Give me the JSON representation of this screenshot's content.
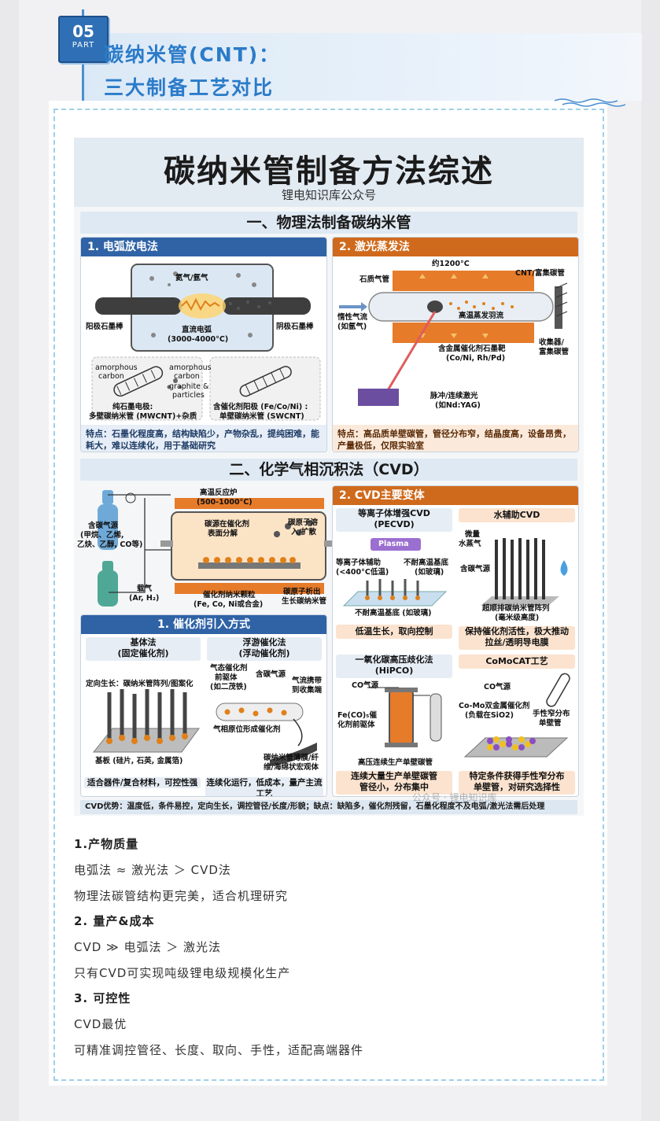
{
  "header": {
    "part_number": "05",
    "part_word": "PART",
    "title_line1": "碳纳米管(CNT)：",
    "title_line2": "三大制备工艺对比"
  },
  "infographic": {
    "title": "碳纳米管制备方法综述",
    "subtitle": "锂电知识库公众号",
    "section1": {
      "heading": "一、物理法制备碳纳米管",
      "arc": {
        "title": "1. 电弧放电法",
        "labels": {
          "gas": "氦气/氩气",
          "anode": "阳极石墨棒",
          "cathode": "阴极石墨棒",
          "arc": "直流电弧",
          "temp": "(3000-4000°C)",
          "amorphous1": "amorphous",
          "carbon1": "carbon",
          "amorphous2": "amorphous",
          "carbon2": "carbon",
          "graphite": "graphite &",
          "particles": "particles",
          "pure_electrode": "纯石墨电极:",
          "mwcnt": "多壁碳纳米管 (MWCNT)+杂质",
          "cat_anode": "含催化剂阳极 (Fe/Co/Ni) :",
          "swcnt": "单壁碳纳米管 (SWCNT)"
        },
        "features": "特点：石墨化程度高，结构缺陷少，产物杂乱，提纯困难，能耗大，难以连续化，用于基础研究"
      },
      "laser": {
        "title": "2. 激光蒸发法",
        "labels": {
          "temp": "约1200°C",
          "quartz": "石质气管",
          "cnt_rich": "CNT/富集碳管",
          "inert1": "惰性气流",
          "inert2": "(如氩气)",
          "plume": "高温蒸发羽流",
          "target1": "含金属催化剂石墨靶",
          "target2": "(Co/Ni, Rh/Pd)",
          "collector1": "收集器/",
          "collector2": "富集碳管",
          "pulse1": "脉冲/连续激光",
          "pulse2": "(如Nd:YAG)"
        },
        "features": "特点：高品质单壁碳管，管径分布窄，结晶度高，设备昂贵，产量极低，仅限实验室"
      }
    },
    "section2": {
      "heading": "二、化学气相沉积法（CVD）",
      "reactor": {
        "furnace1": "高温反应炉",
        "furnace2": "(500-1000°C)",
        "carbon_src1": "含碳气源",
        "carbon_src2": "(甲烷、乙烯,",
        "carbon_src3": "乙炔、乙醇, CO等)",
        "decomp1": "碳源在催化剂",
        "decomp2": "表面分解",
        "diffuse1": "碳原子溶",
        "diffuse2": "入/扩散",
        "carrier1": "载气",
        "carrier2": "(Ar, H₂)",
        "np1": "催化剂纳米颗粒",
        "np2": "(Fe, Co, Ni或合金)",
        "precip1": "碳原子析出",
        "precip2": "生长碳纳米管"
      },
      "catalyst": {
        "title": "1. 催化剂引入方式",
        "fixed_h1": "基体法",
        "fixed_h2": "(固定催化剂)",
        "fixed_label": "定向生长：碳纳米管阵列/图案化",
        "fixed_base": "基板 (硅片, 石英, 金属箔)",
        "fixed_foot": "适合器件/复合材料，可控性强",
        "float_h1": "浮游催化法",
        "float_h2": "(浮动催化剂)",
        "float_l1": "气态催化剂",
        "float_l2": "前驱体",
        "float_l3": "(如二茂铁)",
        "float_l4": "含碳气源",
        "float_l5": "气流携带",
        "float_l6": "到收集端",
        "float_l7": "气相原位形成催化剂",
        "float_l8": "碳纳米管薄膜/纤",
        "float_l9": "维/海绵状宏观体",
        "float_foot": "连续化运行，低成本，量产主流工艺"
      },
      "variants": {
        "title": "2. CVD主要变体",
        "pecvd_h1": "等离子体增强CVD",
        "pecvd_h2": "(PECVD)",
        "plasma": "Plasma",
        "pecvd_l1": "等离子体辅助",
        "pecvd_l2": "(<400°C低温)",
        "pecvd_l3": "不耐高温基底",
        "pecvd_l4": "(如玻璃)",
        "pecvd_l5": "不耐高温基底 (如玻璃)",
        "pecvd_foot": "低温生长，取向控制",
        "water_h": "水辅助CVD",
        "water_l1": "微量",
        "water_l2": "水蒸气",
        "water_l3": "含碳气源",
        "water_l4": "超顺排碳纳米管阵列",
        "water_l5": "(毫米级高度)",
        "water_foot1": "保持催化剂活性，极大推动",
        "water_foot2": "拉丝/透明导电膜",
        "hipco_h1": "一氧化碳高压歧化法",
        "hipco_h2": "(HiPCO)",
        "hipco_l1": "CO气源",
        "hipco_l2": "Fe(CO)₅催",
        "hipco_l3": "化剂前驱体",
        "hipco_l4": "高压连续生产单壁碳管",
        "hipco_foot1": "连续大量生产单壁碳管",
        "hipco_foot2": "管径小，分布集中",
        "comocat_h": "CoMoCAT工艺",
        "comocat_l1": "CO气源",
        "comocat_l2": "Co-Mo双金属催化剂",
        "comocat_l3": "(负载在SiO2)",
        "comocat_l4": "手性窄分布",
        "comocat_l5": "单壁管",
        "comocat_foot1": "特定条件获得手性窄分布",
        "comocat_foot2": "单壁管，对研究选择性"
      },
      "footer": "CVD优势：温度低，条件易控，定向生长，调控管径/长度/形貌；缺点：缺陷多，催化剂残留，石墨化程度不及电弧/激光法需后处理"
    },
    "watermark": "公众号 · 锂电知识库"
  },
  "article": {
    "h1": "1.产物质量",
    "p1": "电弧法 ≈ 激光法 ＞ CVD法",
    "p2": "物理法碳管结构更完美，适合机理研究",
    "h2": "2. 量产&成本",
    "p3": "CVD ≫ 电弧法 ＞ 激光法",
    "p4": "只有CVD可实现吨级锂电级规模化生产",
    "h3": "3. 可控性",
    "p5": "CVD最优",
    "p6": "可精准调控管径、长度、取向、手性，适配高端器件"
  },
  "colors": {
    "accent_blue": "#2f6fb5",
    "title_blue": "#2b7bc9",
    "panel_blue": "#2f63a6",
    "panel_orange": "#cf6a1c"
  }
}
